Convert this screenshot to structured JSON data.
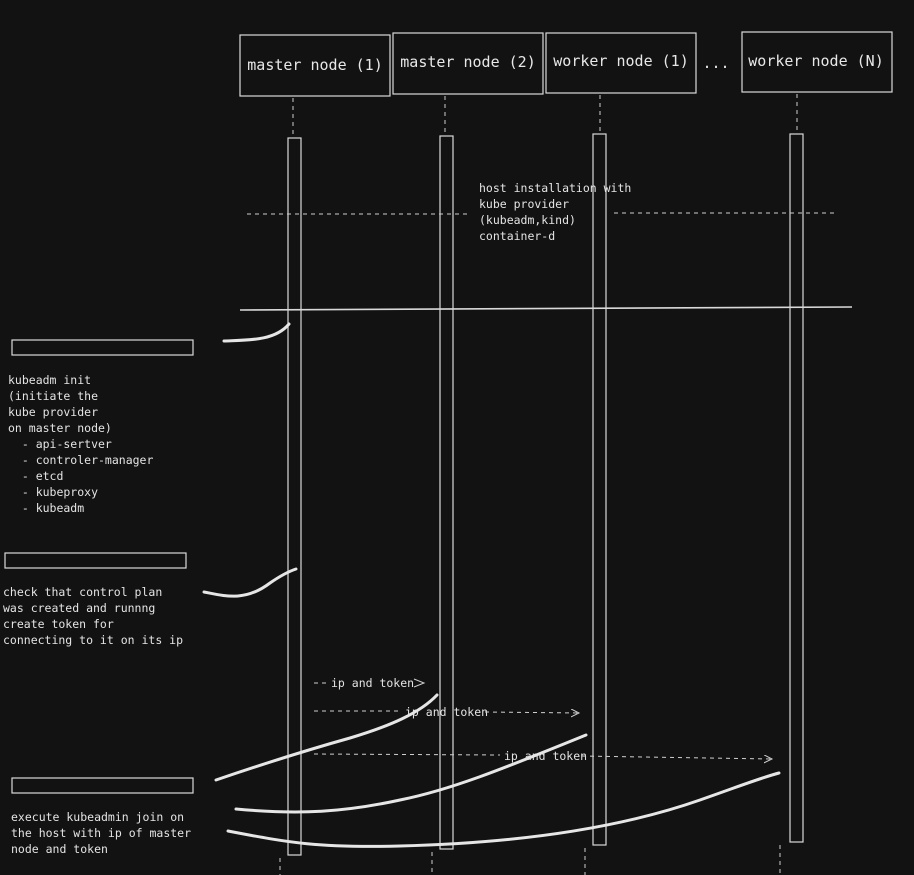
{
  "actors": [
    {
      "label": "master node (1)"
    },
    {
      "label": "master node (2)"
    },
    {
      "label": "worker node (1)"
    },
    {
      "label": "worker node (N)"
    }
  ],
  "ellipsis": "...",
  "host_note": [
    "host installation with",
    "kube provider",
    "(kubeadm,kind)",
    "container-d"
  ],
  "init_note": [
    "kubeadm init",
    "(initiate the",
    " kube provider",
    "on master node)",
    "  - api-sertver",
    "  - controler-manager",
    "  - etcd",
    "  - kubeproxy",
    "  - kubeadm"
  ],
  "check_note": [
    "check that control plan",
    "was created and runnng",
    "create token for",
    "connecting to it on its ip"
  ],
  "messages": [
    "ip and token",
    "ip and token",
    "ip and token"
  ],
  "join_note": [
    "execute kubeadmin join on",
    "the host with ip of master",
    "node and token"
  ]
}
